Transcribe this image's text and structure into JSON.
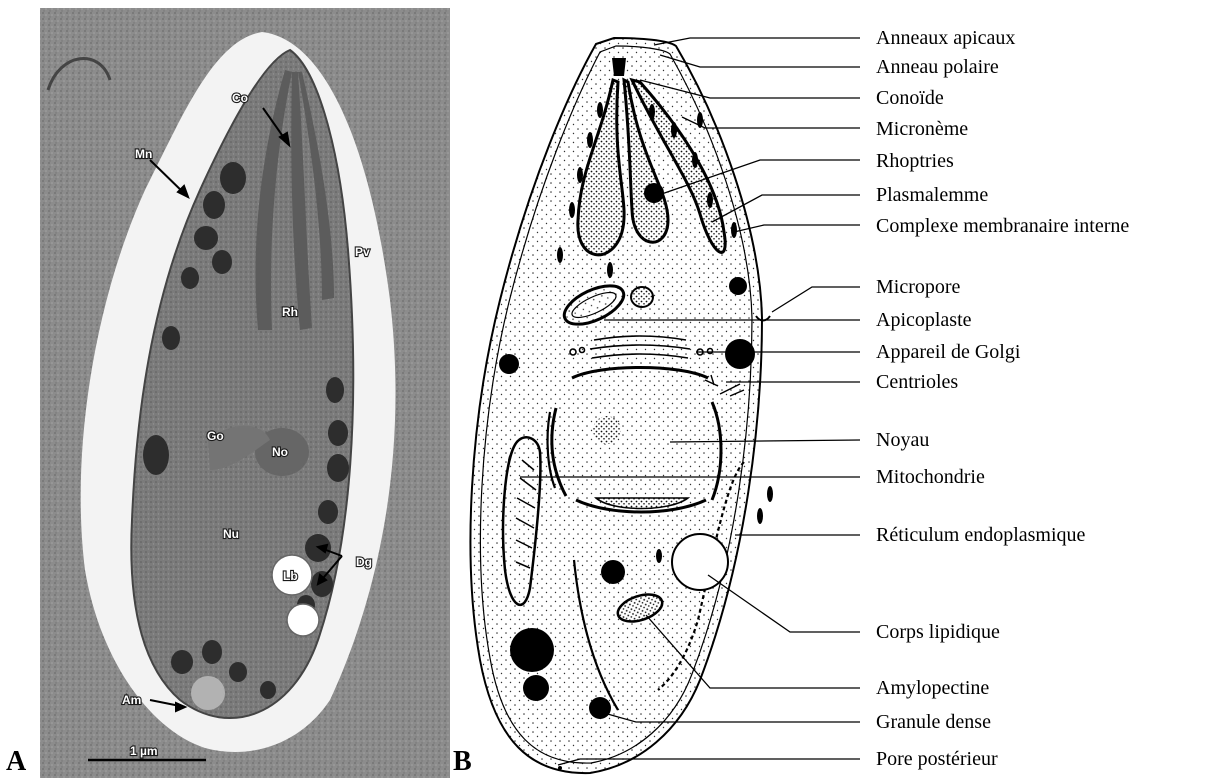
{
  "panel_a": {
    "letter": "A",
    "labels": {
      "co": "Co",
      "mn": "Mn",
      "pv": "Pv",
      "rh": "Rh",
      "go": "Go",
      "no": "No",
      "nu": "Nu",
      "dg": "Dg",
      "lb": "Lb",
      "am": "Am"
    },
    "scale_bar": "1 µm"
  },
  "panel_b": {
    "letter": "B",
    "annotations": [
      "Anneaux apicaux",
      "Anneau polaire",
      "Conoïde",
      "Micronème",
      "Rhoptries",
      "Plasmalemme",
      "Complexe membranaire interne",
      "Micropore",
      "Apicoplaste",
      "Appareil de Golgi",
      "Centrioles",
      "Noyau",
      "Mitochondrie",
      "Réticulum endoplasmique",
      "Corps lipidique",
      "Amylopectine",
      "Granule dense",
      "Pore postérieur"
    ]
  }
}
